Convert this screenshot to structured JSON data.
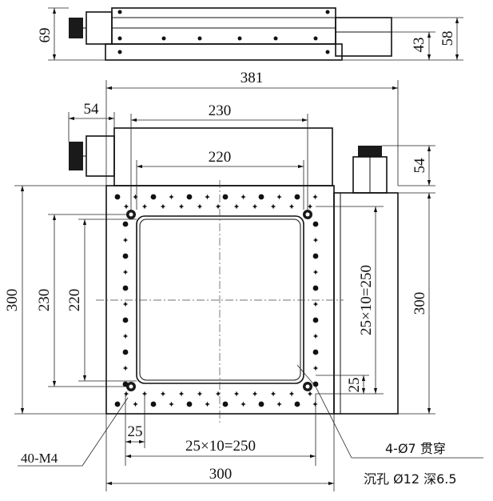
{
  "dimensions": {
    "side_height": "69",
    "side_height_43": "43",
    "side_height_58": "58",
    "overall_width": "381",
    "motor_offset": "54",
    "hole_spacing_outer": "230",
    "hole_spacing_inner": "220",
    "knob_height": "54",
    "plate_height_left": "300",
    "hole_spacing_vertical_outer": "230",
    "hole_spacing_vertical_inner": "220",
    "tapped_pattern_vertical": "25×10=250",
    "plate_height_right": "300",
    "pitch_small_right": "25",
    "pitch_small_bottom": "25",
    "tapped_pattern_horizontal": "25×10=250",
    "plate_width": "300"
  },
  "callouts": {
    "tapped_holes": "40-M4",
    "through_holes": "4-Ø7 贯穿",
    "counterbore": "沉孔 Ø12 深6.5"
  }
}
